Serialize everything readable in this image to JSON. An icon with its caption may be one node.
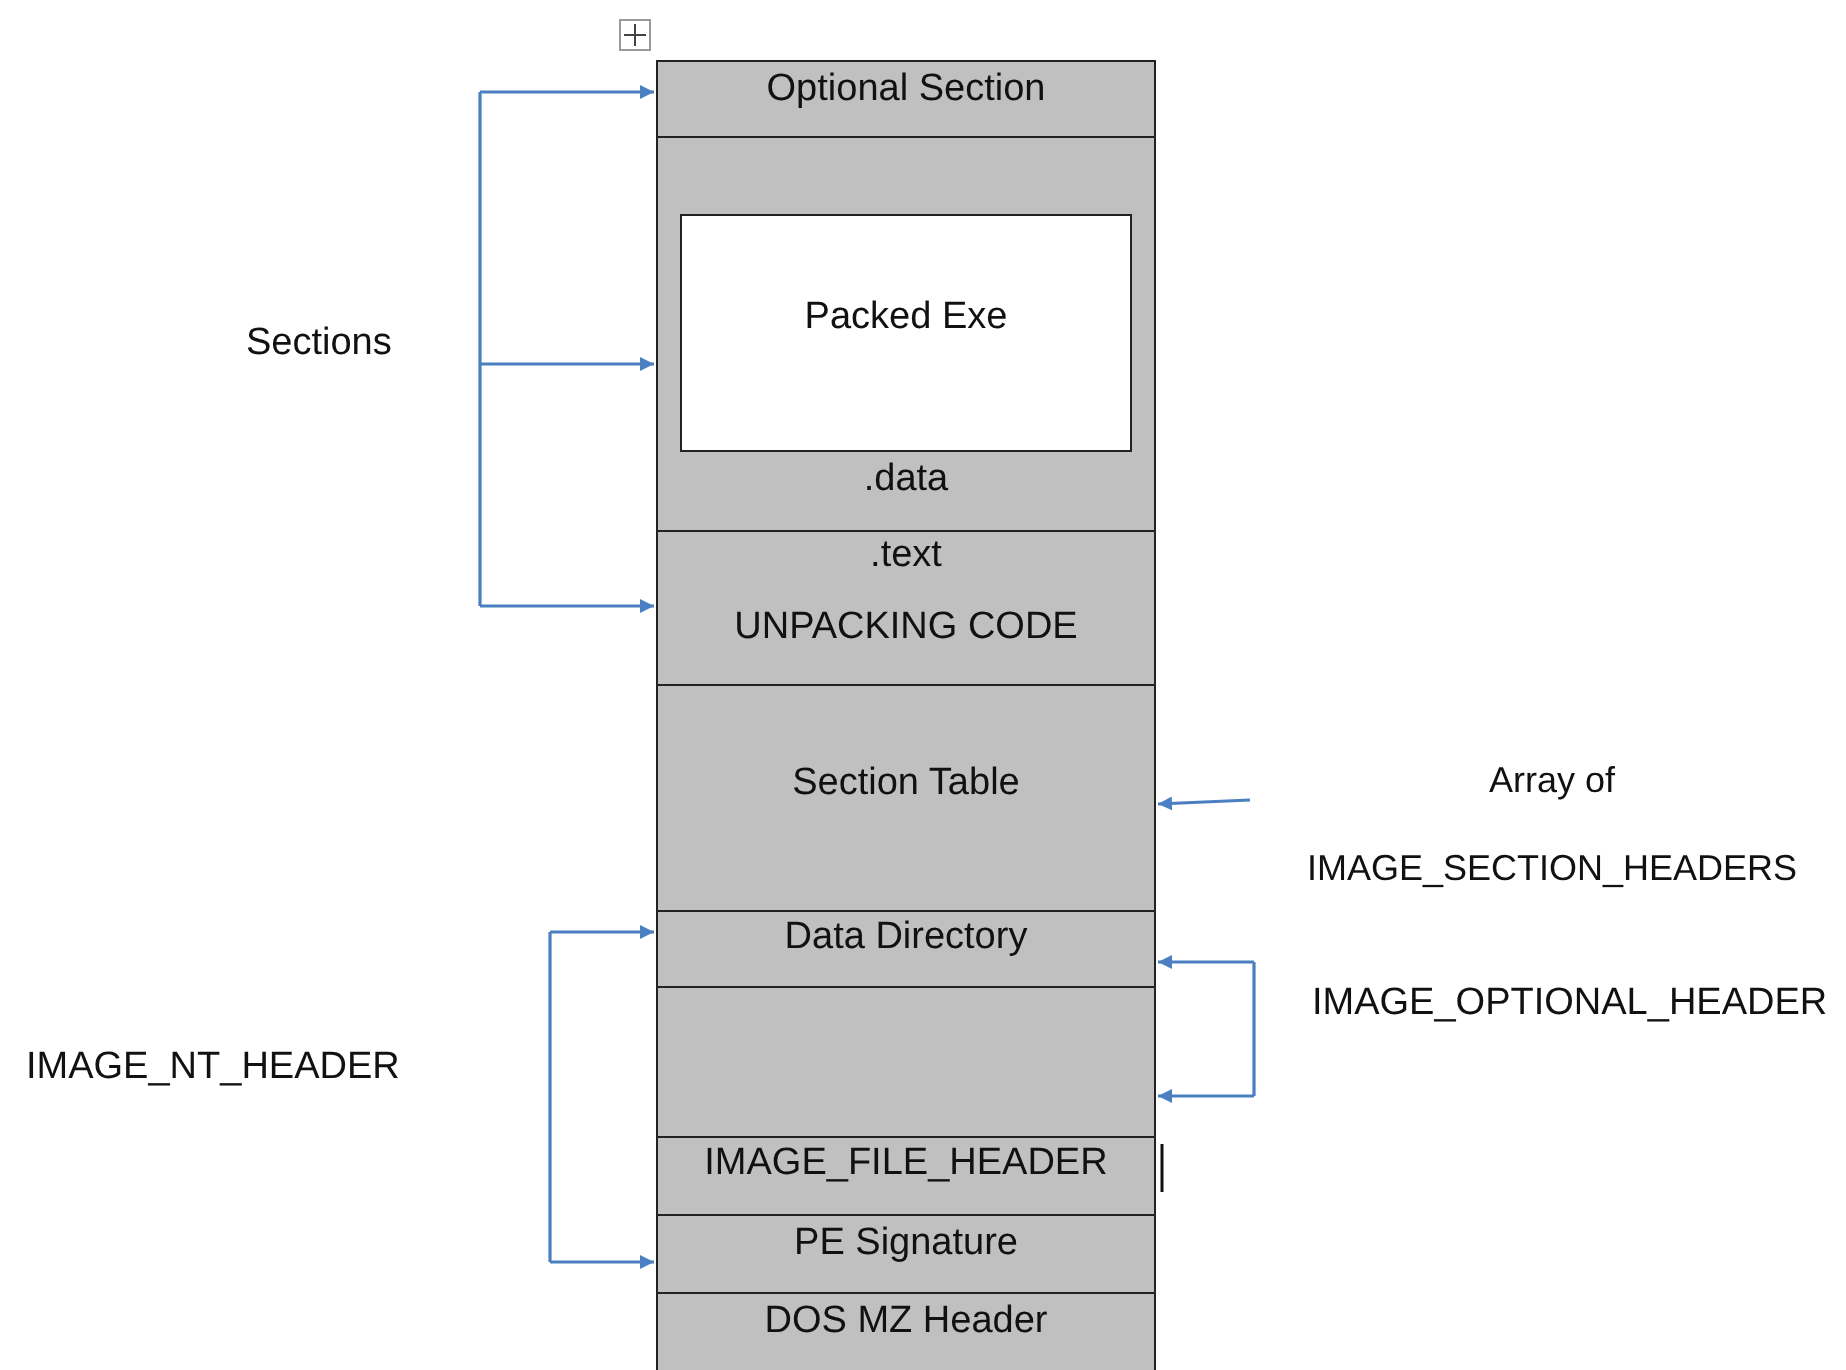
{
  "diagram": {
    "nodes": [
      {
        "text": [
          "Optional Section"
        ]
      },
      {
        "text": [
          ".data"
        ]
      },
      {
        "text": [
          "Packed Exe"
        ],
        "in": 1
      },
      {
        "text": [
          ".text",
          "UNPACKING CODE"
        ]
      },
      {
        "text": [
          "Section Table"
        ]
      },
      {
        "text": [
          "Data Directory"
        ]
      },
      {
        "text": [],
        "shape": "box"
      },
      {
        "text": [
          "IMAGE_FILE_HEADER"
        ]
      },
      {
        "text": [
          "PE Signature"
        ]
      },
      {
        "text": [
          "DOS MZ Header"
        ]
      }
    ],
    "edges": [
      {
        "from": null,
        "to": 0,
        "arrow": "to"
      },
      {
        "from": null,
        "to": 1,
        "arrow": "to"
      },
      {
        "from": null,
        "to": 3,
        "arrow": "to"
      },
      {
        "from": null,
        "to": 4,
        "arrow": "to"
      },
      {
        "from": null,
        "to": 5,
        "arrow": "to"
      },
      {
        "from": null,
        "to": 6,
        "arrow": "to"
      },
      {
        "from": null,
        "to": 5,
        "arrow": "to"
      },
      {
        "from": null,
        "to": 8,
        "arrow": "to"
      }
    ],
    "labels": [
      "Sections",
      "Array of IMAGE_SECTION_HEADERS",
      "IMAGE_OPTIONAL_HEADER",
      "IMAGE_NT_HEADER"
    ]
  }
}
